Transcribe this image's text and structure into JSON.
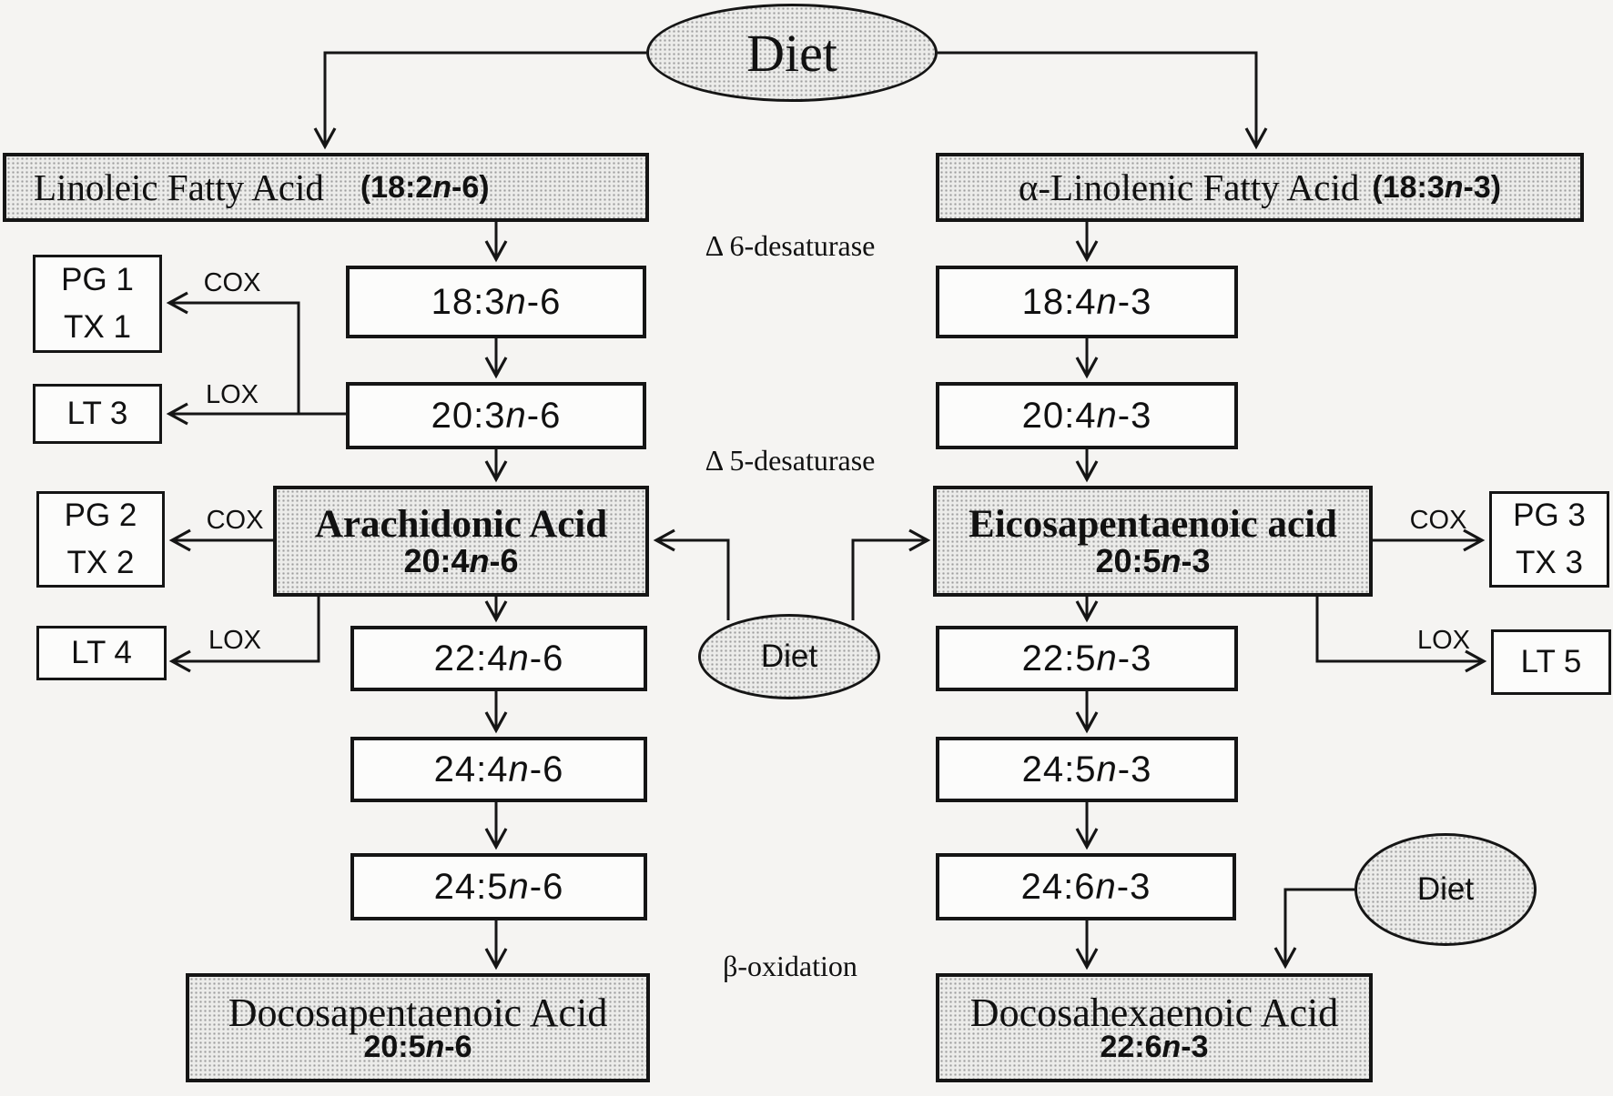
{
  "ellipse_labels": {
    "top": "Diet",
    "middle": "Diet",
    "bottom_right": "Diet"
  },
  "enzymes": {
    "delta6": "Δ 6-desaturase",
    "delta5": "Δ 5-desaturase",
    "beta_oxidation": "β-oxidation",
    "cox": "COX",
    "lox": "LOX"
  },
  "omega6": {
    "header_name": "Linoleic Fatty Acid",
    "header_formula": {
      "pre": "(18:2",
      "n": "n",
      "suf": "-6)"
    },
    "step1": {
      "pre": "18:3",
      "n": "n",
      "suf": "-6"
    },
    "step2": {
      "pre": "20:3",
      "n": "n",
      "suf": "-6"
    },
    "arachidonic_name": "Arachidonic Acid",
    "arachidonic_formula": {
      "pre": "20:4",
      "n": "n",
      "suf": "-6"
    },
    "step3": {
      "pre": "22:4",
      "n": "n",
      "suf": "-6"
    },
    "step4": {
      "pre": "24:4",
      "n": "n",
      "suf": "-6"
    },
    "step5": {
      "pre": "24:5",
      "n": "n",
      "suf": "-6"
    },
    "end_name": "Docosapentaenoic Acid",
    "end_formula": {
      "pre": "20:5",
      "n": "n",
      "suf": "-6"
    },
    "pg1": "PG 1",
    "tx1": "TX 1",
    "lt3": "LT 3",
    "pg2": "PG 2",
    "tx2": "TX 2",
    "lt4": "LT 4"
  },
  "omega3": {
    "header_name": "α-Linolenic Fatty Acid",
    "header_formula": {
      "pre": "(18:3",
      "n": "n",
      "suf": "-3)"
    },
    "step1": {
      "pre": "18:4",
      "n": "n",
      "suf": "-3"
    },
    "step2": {
      "pre": "20:4",
      "n": "n",
      "suf": "-3"
    },
    "epa_name": "Eicosapentaenoic acid",
    "epa_formula": {
      "pre": "20:5",
      "n": "n",
      "suf": "-3"
    },
    "step3": {
      "pre": "22:5",
      "n": "n",
      "suf": "-3"
    },
    "step4": {
      "pre": "24:5",
      "n": "n",
      "suf": "-3"
    },
    "step5": {
      "pre": "24:6",
      "n": "n",
      "suf": "-3"
    },
    "end_name": "Docosahexaenoic Acid",
    "end_formula": {
      "pre": "22:6",
      "n": "n",
      "suf": "-3"
    },
    "pg3": "PG 3",
    "tx3": "TX 3",
    "lt5": "LT 5"
  }
}
